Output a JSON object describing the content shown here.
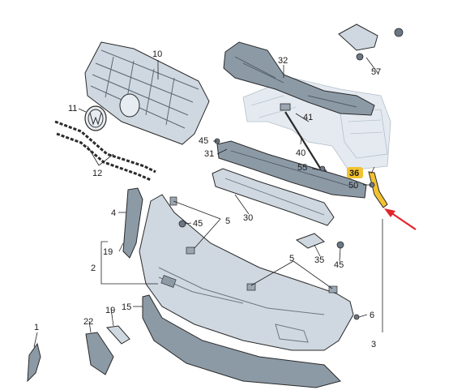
{
  "callouts": {
    "c1": "1",
    "c2": "2",
    "c3": "3",
    "c4": "4",
    "c5a": "5",
    "c5b": "5",
    "c5c": "5",
    "c6": "6",
    "c10": "10",
    "c11": "11",
    "c12": "12",
    "c15": "15",
    "c19a": "19",
    "c19b": "19",
    "c22": "22",
    "c30": "30",
    "c31": "31",
    "c32": "32",
    "c35": "35",
    "c36": "36",
    "c40": "40",
    "c41": "41",
    "c45a": "45",
    "c45b": "45",
    "c45c": "45",
    "c50": "50",
    "c55": "55",
    "c57": "57"
  },
  "colors": {
    "highlight": "#f2c230",
    "arrow": "#e0262b",
    "part_fill": "#cfd8e0",
    "part_dark": "#8c9aa6"
  },
  "highlighted_part": "36"
}
